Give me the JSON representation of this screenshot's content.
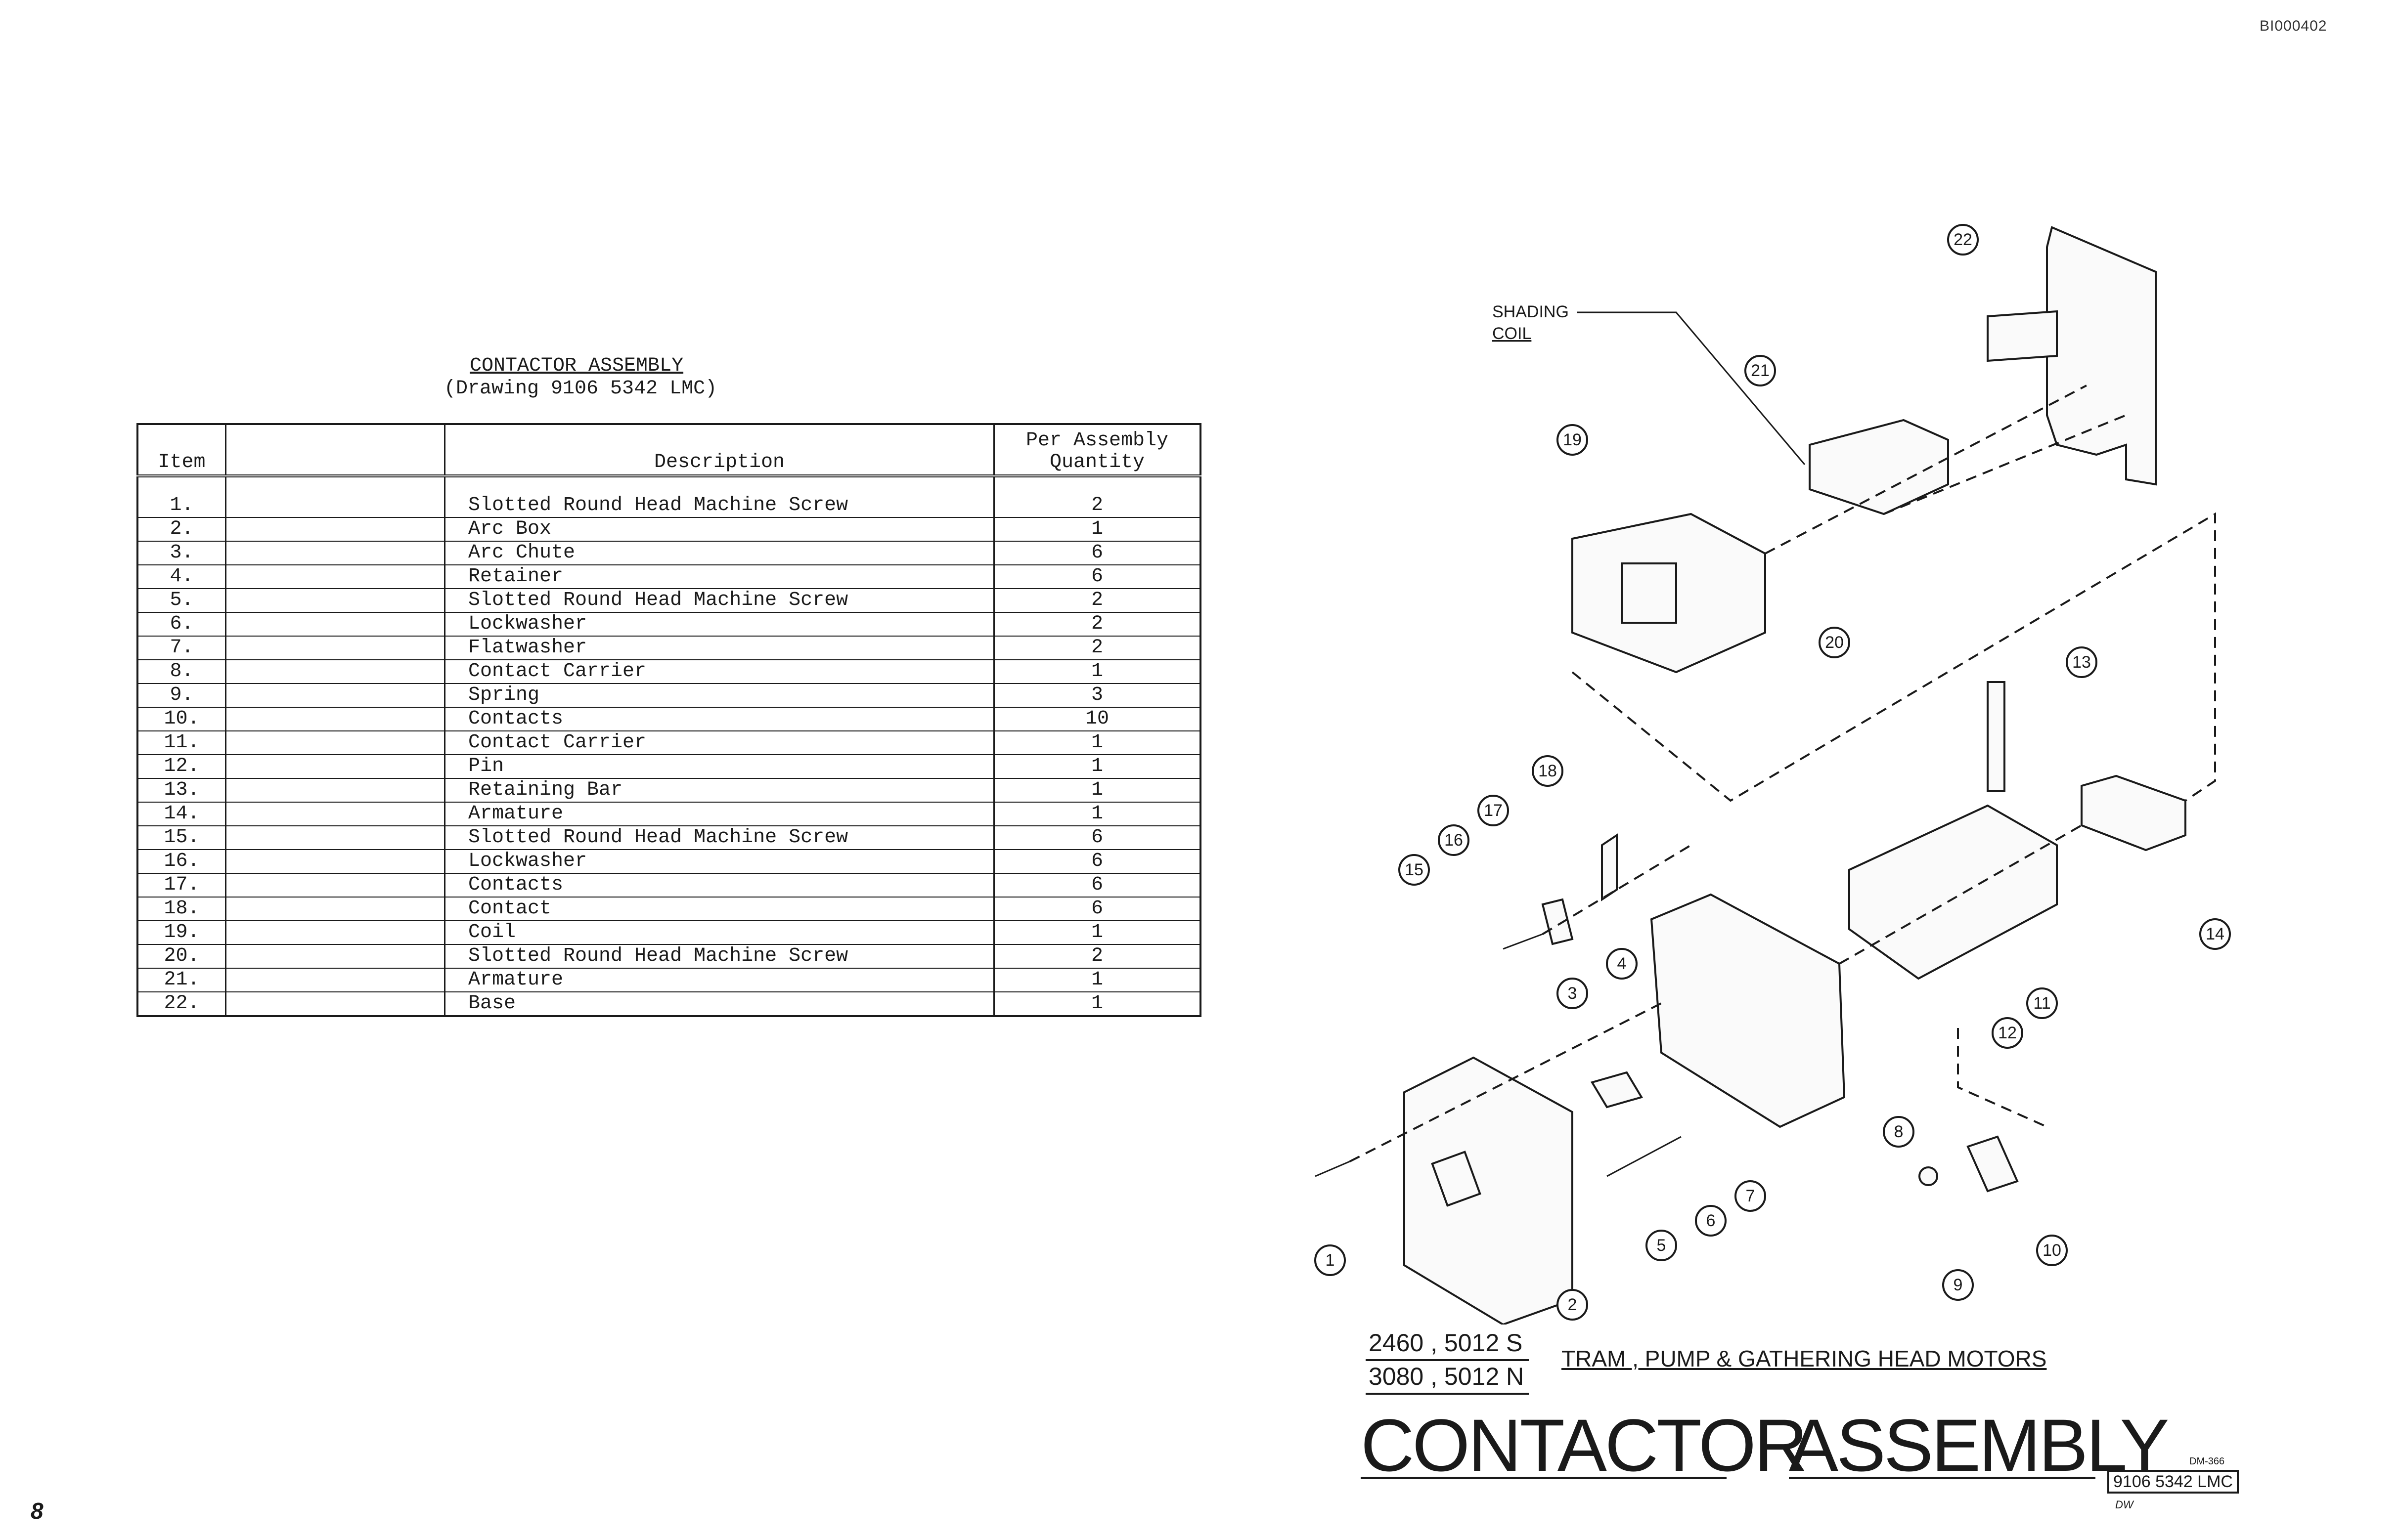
{
  "doc_id": "BI000402",
  "page_number": "8",
  "table": {
    "title": "CONTACTOR ASSEMBLY",
    "subtitle": "(Drawing 9106 5342 LMC)",
    "headers": {
      "item": "Item",
      "description": "Description",
      "qty_line1": "Per Assembly",
      "qty_line2": "Quantity"
    },
    "rows": [
      {
        "item": "1.",
        "description": "Slotted Round Head Machine Screw",
        "qty": "2"
      },
      {
        "item": "2.",
        "description": "Arc Box",
        "qty": "1"
      },
      {
        "item": "3.",
        "description": "Arc Chute",
        "qty": "6"
      },
      {
        "item": "4.",
        "description": "Retainer",
        "qty": "6"
      },
      {
        "item": "5.",
        "description": "Slotted Round Head Machine Screw",
        "qty": "2"
      },
      {
        "item": "6.",
        "description": "Lockwasher",
        "qty": "2"
      },
      {
        "item": "7.",
        "description": "Flatwasher",
        "qty": "2"
      },
      {
        "item": "8.",
        "description": "Contact Carrier",
        "qty": "1"
      },
      {
        "item": "9.",
        "description": "Spring",
        "qty": "3"
      },
      {
        "item": "10.",
        "description": "Contacts",
        "qty": "10"
      },
      {
        "item": "11.",
        "description": "Contact Carrier",
        "qty": "1"
      },
      {
        "item": "12.",
        "description": "Pin",
        "qty": "1"
      },
      {
        "item": "13.",
        "description": "Retaining Bar",
        "qty": "1"
      },
      {
        "item": "14.",
        "description": "Armature",
        "qty": "1"
      },
      {
        "item": "15.",
        "description": "Slotted Round Head Machine Screw",
        "qty": "6"
      },
      {
        "item": "16.",
        "description": "Lockwasher",
        "qty": "6"
      },
      {
        "item": "17.",
        "description": "Contacts",
        "qty": "6"
      },
      {
        "item": "18.",
        "description": "Contact",
        "qty": "6"
      },
      {
        "item": "19.",
        "description": "Coil",
        "qty": "1"
      },
      {
        "item": "20.",
        "description": "Slotted Round Head Machine Screw",
        "qty": "2"
      },
      {
        "item": "21.",
        "description": "Armature",
        "qty": "1"
      },
      {
        "item": "22.",
        "description": "Base",
        "qty": "1"
      }
    ]
  },
  "diagram": {
    "label_line1": "SHADING",
    "label_line2": "COIL",
    "callouts": [
      "1",
      "2",
      "3",
      "4",
      "5",
      "6",
      "7",
      "8",
      "9",
      "10",
      "11",
      "12",
      "13",
      "14",
      "15",
      "16",
      "17",
      "18",
      "19",
      "20",
      "21",
      "22"
    ]
  },
  "title_block": {
    "model_1": "2460 , 5012 S",
    "model_2": "3080 , 5012 N",
    "motors": "TRAM , PUMP  &  GATHERING HEAD MOTORS",
    "big_word_1": "CONTACTOR",
    "big_word_2": "ASSEMBLY",
    "dm_code": "DM-366",
    "drawing_number": "9106 5342 LMC",
    "dw_mark": "DW"
  }
}
